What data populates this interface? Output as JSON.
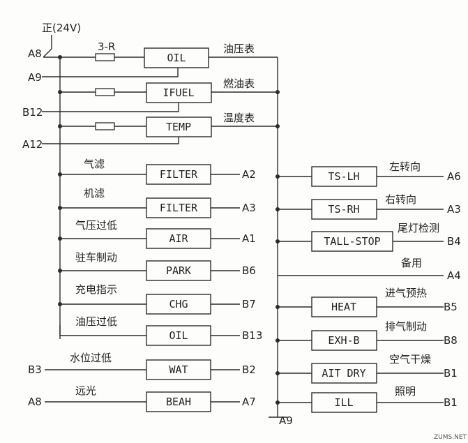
{
  "power_label": "正(24V)",
  "resistor_label": "3-R",
  "gauges": {
    "oil": {
      "module": "OIL",
      "name": "油压表",
      "pin_in": "A8",
      "pin_out": "A9"
    },
    "fuel": {
      "module": "IFUEL",
      "name": "燃油表",
      "pin_out": "B12"
    },
    "temp": {
      "module": "TEMP",
      "name": "温度表",
      "pin_out": "A12"
    }
  },
  "left_indicators": [
    {
      "label": "气滤",
      "module": "FILTER",
      "pin": "A2"
    },
    {
      "label": "机滤",
      "module": "FILTER",
      "pin": "A3"
    },
    {
      "label": "气压过低",
      "module": "AIR",
      "pin": "A1"
    },
    {
      "label": "驻车制动",
      "module": "PARK",
      "pin": "B6"
    },
    {
      "label": "充电指示",
      "module": "CHG",
      "pin": "B7"
    },
    {
      "label": "油压过低",
      "module": "OIL",
      "pin": "B13"
    }
  ],
  "separate_indicators": [
    {
      "label": "水位过低",
      "module": "WAT",
      "pin_in": "B3",
      "pin_out": "B2"
    },
    {
      "label": "远光",
      "module": "BEAH",
      "pin_in": "A8",
      "pin_out": "A7"
    }
  ],
  "right_indicators": [
    {
      "label": "左转向",
      "module": "TS-LH",
      "pin": "A6"
    },
    {
      "label": "右转向",
      "module": "TS-RH",
      "pin": "A3"
    },
    {
      "label": "尾灯检测",
      "module": "TALL-STOP",
      "pin": "B4"
    },
    {
      "label": "备用",
      "module": "",
      "pin": "A4"
    },
    {
      "label": "进气预热",
      "module": "HEAT",
      "pin": "B5"
    },
    {
      "label": "排气制动",
      "module": "EXH-B",
      "pin": "B8"
    },
    {
      "label": "空气干燥",
      "module": "AIT DRY",
      "pin": "B1"
    },
    {
      "label": "照明",
      "module": "ILL",
      "pin": "B1"
    }
  ],
  "ground_pin": "A9",
  "watermark": "ZUMS.NET"
}
